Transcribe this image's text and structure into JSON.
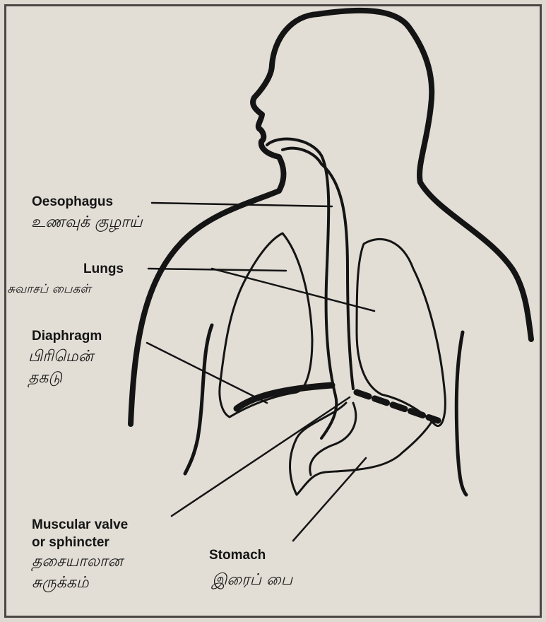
{
  "labels": {
    "oesophagus": "Oesophagus",
    "oesophagus_tamil": "உணவுக் குழாய்",
    "lungs": "Lungs",
    "lungs_tamil": "சுவாசப் பைகள்",
    "diaphragm": "Diaphragm",
    "diaphragm_tamil": "பிரிமென் தகடு",
    "valve_line1": "Muscular valve",
    "valve_line2": "or sphincter",
    "valve_tamil_line1": "தசையாலான",
    "valve_tamil_line2": "சுருக்கம்",
    "stomach": "Stomach",
    "stomach_tamil": "இரைப் பை"
  },
  "colors": {
    "ink": "#141414",
    "paper": "#e2ded6",
    "border": "#4a4744"
  }
}
